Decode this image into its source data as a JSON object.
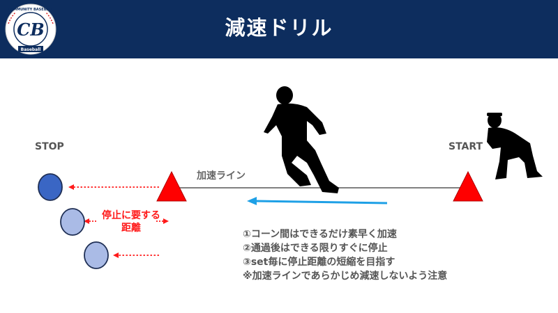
{
  "header": {
    "title": "減速ドリル",
    "logo_text": "CB",
    "logo_ring_top": "COMMUNITY BASEBALL",
    "logo_ring_bottom": "Baseball"
  },
  "field": {
    "stop_label": "STOP",
    "start_label": "START",
    "line_label": "加速ライン",
    "distance_label": [
      "停止に要する",
      "距離"
    ]
  },
  "instructions": [
    "①コーン間はできるだけ素早く加速",
    "②通過後はできる限りすぐに停止",
    "③set毎に停止距離の短縮を目指す",
    "※加速ラインであらかじめ減速しないよう注意"
  ],
  "colors": {
    "header_bg": "#0d2d5e",
    "cone": "#ff0000",
    "arrow_blue": "#1ea0e6",
    "dotted_red": "#ff1a1a",
    "circle_dark": "#3a66c4",
    "circle_light": "#aabbe6"
  }
}
